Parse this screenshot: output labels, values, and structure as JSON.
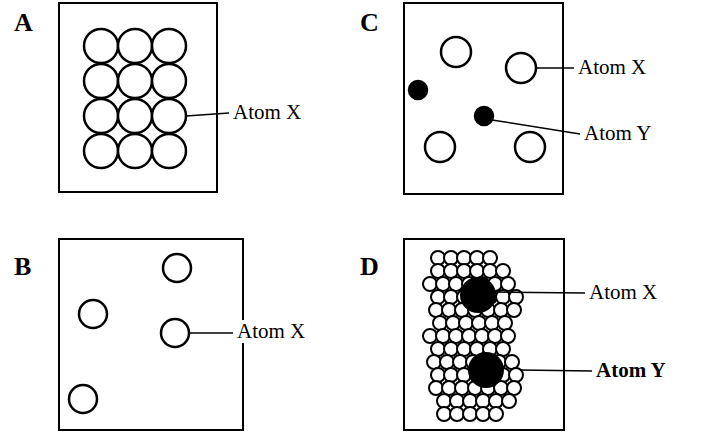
{
  "diagram": {
    "nodes": [
      {
        "text": [
          "A"
        ]
      },
      {
        "text": [
          "C"
        ]
      },
      {
        "text": [
          "B"
        ]
      },
      {
        "text": [
          "D"
        ]
      }
    ],
    "labels": [
      "Atom X",
      "Atom X",
      "Atom X",
      "Atom Y",
      "Atom X",
      "Atom Y"
    ]
  }
}
